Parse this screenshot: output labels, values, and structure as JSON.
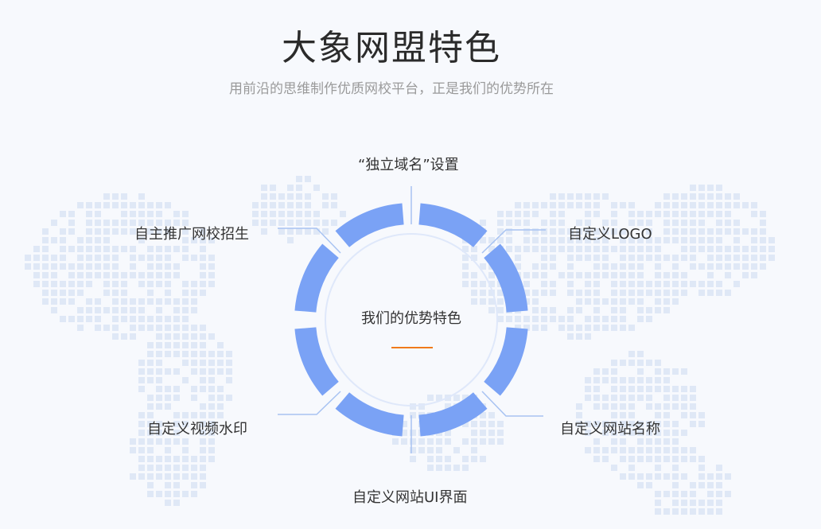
{
  "header": {
    "title": "大象网盟特色",
    "subtitle": "用前沿的思维制作优质网校平台，正是我们的优势所在"
  },
  "center": {
    "label": "我们的优势特色"
  },
  "features": [
    {
      "id": "domain",
      "label": "“独立域名”设置"
    },
    {
      "id": "logo",
      "label": "自定义LOGO"
    },
    {
      "id": "site-name",
      "label": "自定义网站名称"
    },
    {
      "id": "ui",
      "label": "自定义网站UI界面"
    },
    {
      "id": "watermark",
      "label": "自定义视频水印"
    },
    {
      "id": "enroll",
      "label": "自主推广网校招生"
    }
  ],
  "colors": {
    "accent": "#7aa2f5",
    "underline": "#f07a1a",
    "connector": "#a8c3f2",
    "map_dots": "#dfe8f6"
  }
}
